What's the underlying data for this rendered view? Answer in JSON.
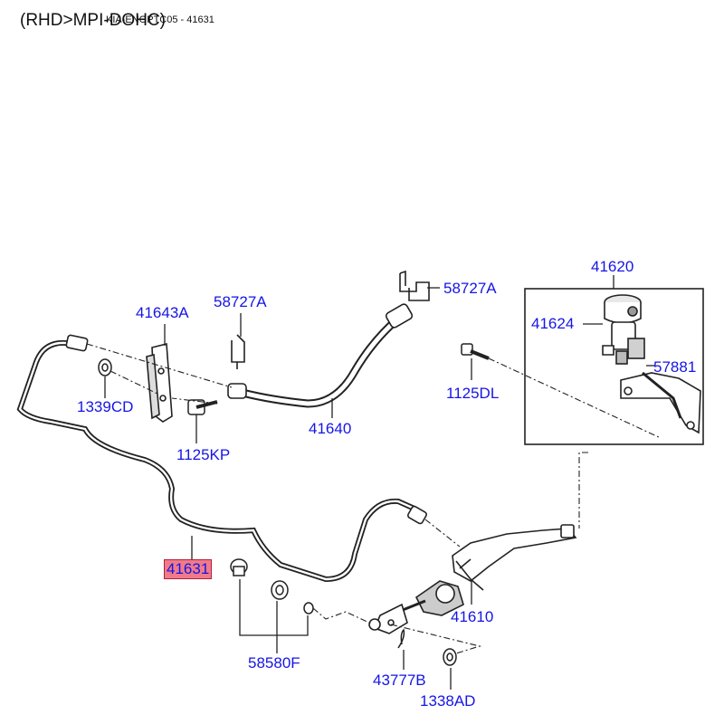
{
  "header": {
    "variant": "(RHD>MPI-DOHC)",
    "catalog_ref": "KIA-ENGPTC05 - 41631"
  },
  "callouts": [
    {
      "id": "41620",
      "text": "41620",
      "highlighted": false
    },
    {
      "id": "41624",
      "text": "41624",
      "highlighted": false
    },
    {
      "id": "57881",
      "text": "57881",
      "highlighted": false
    },
    {
      "id": "58727A-top",
      "text": "58727A",
      "highlighted": false
    },
    {
      "id": "41643A",
      "text": "41643A",
      "highlighted": false
    },
    {
      "id": "58727A-mid",
      "text": "58727A",
      "highlighted": false
    },
    {
      "id": "1125DL",
      "text": "1125DL",
      "highlighted": false
    },
    {
      "id": "1339CD",
      "text": "1339CD",
      "highlighted": false
    },
    {
      "id": "41640",
      "text": "41640",
      "highlighted": false
    },
    {
      "id": "1125KP",
      "text": "1125KP",
      "highlighted": false
    },
    {
      "id": "41631",
      "text": "41631",
      "highlighted": true
    },
    {
      "id": "41610",
      "text": "41610",
      "highlighted": false
    },
    {
      "id": "58580F",
      "text": "58580F",
      "highlighted": false
    },
    {
      "id": "43777B",
      "text": "43777B",
      "highlighted": false
    },
    {
      "id": "1338AD",
      "text": "1338AD",
      "highlighted": false
    }
  ],
  "colors": {
    "label": "#1515e6",
    "highlight_fill": "#f07a8a",
    "line": "#222222"
  }
}
